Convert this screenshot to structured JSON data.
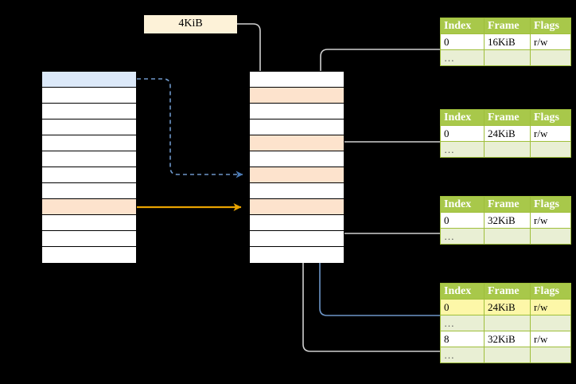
{
  "page": {
    "background": "#000000",
    "title": "Multi-level page table address translation diagram"
  },
  "palette": {
    "header_green": "#a8c84a",
    "row_alt_green": "#e9efd4",
    "highlight_yellow": "#fdf7a8",
    "peach": "#fde3cd",
    "blue_row": "#dce9f9",
    "orange_arrow": "#e8a200",
    "blue_arrow": "#6d96c8",
    "gray_line": "#cccccc",
    "label_bg": "#fdf2d8"
  },
  "size_label": {
    "text": "4KiB"
  },
  "left_table": {
    "name": "source-address-column",
    "rows": [
      {
        "fill": "blue"
      },
      {
        "fill": "white"
      },
      {
        "fill": "white"
      },
      {
        "fill": "white"
      },
      {
        "fill": "white"
      },
      {
        "fill": "white"
      },
      {
        "fill": "white"
      },
      {
        "fill": "white"
      },
      {
        "fill": "peach"
      },
      {
        "fill": "white"
      },
      {
        "fill": "white"
      },
      {
        "fill": "white"
      }
    ]
  },
  "middle_table": {
    "name": "target-address-column",
    "rows": [
      {
        "fill": "white"
      },
      {
        "fill": "peach"
      },
      {
        "fill": "white"
      },
      {
        "fill": "white"
      },
      {
        "fill": "peach"
      },
      {
        "fill": "white"
      },
      {
        "fill": "peach"
      },
      {
        "fill": "white"
      },
      {
        "fill": "peach"
      },
      {
        "fill": "white"
      },
      {
        "fill": "white"
      },
      {
        "fill": "white"
      }
    ]
  },
  "page_tables": [
    {
      "id": "page-table-1",
      "headers": [
        "Index",
        "Frame",
        "Flags"
      ],
      "rows": [
        {
          "cells": [
            "0",
            "16KiB",
            "r/w"
          ],
          "style": [
            "norm",
            "norm",
            "norm"
          ]
        },
        {
          "cells": [
            "…",
            "",
            ""
          ],
          "style": [
            "ell",
            "ell",
            "ell"
          ]
        }
      ]
    },
    {
      "id": "page-table-2",
      "headers": [
        "Index",
        "Frame",
        "Flags"
      ],
      "rows": [
        {
          "cells": [
            "0",
            "24KiB",
            "r/w"
          ],
          "style": [
            "norm",
            "norm",
            "norm"
          ]
        },
        {
          "cells": [
            "…",
            "",
            ""
          ],
          "style": [
            "ell",
            "ell",
            "ell"
          ]
        }
      ]
    },
    {
      "id": "page-table-3",
      "headers": [
        "Index",
        "Frame",
        "Flags"
      ],
      "rows": [
        {
          "cells": [
            "0",
            "32KiB",
            "r/w"
          ],
          "style": [
            "norm",
            "norm",
            "norm"
          ]
        },
        {
          "cells": [
            "…",
            "",
            ""
          ],
          "style": [
            "ell",
            "ell",
            "ell"
          ]
        }
      ]
    },
    {
      "id": "page-table-4",
      "headers": [
        "Index",
        "Frame",
        "Flags"
      ],
      "rows": [
        {
          "cells": [
            "0",
            "24KiB",
            "r/w"
          ],
          "style": [
            "hl",
            "hl",
            "hl"
          ]
        },
        {
          "cells": [
            "…",
            "",
            ""
          ],
          "style": [
            "ell",
            "ell",
            "ell"
          ]
        },
        {
          "cells": [
            "8",
            "32KiB",
            "r/w"
          ],
          "style": [
            "norm",
            "norm",
            "norm"
          ]
        },
        {
          "cells": [
            "…",
            "",
            ""
          ],
          "style": [
            "ell",
            "ell",
            "ell"
          ]
        }
      ]
    }
  ],
  "connectors": [
    {
      "name": "size-label-to-middle-row2",
      "color": "#cccccc",
      "style": "solid",
      "arrow": "down"
    },
    {
      "name": "page-table-1-to-middle-row5",
      "color": "#cccccc",
      "style": "solid",
      "arrow": "down"
    },
    {
      "name": "page-table-3-to-middle-row9",
      "color": "#cccccc",
      "style": "solid",
      "arrow": "up"
    },
    {
      "name": "page-table-4-row8-to-middle-row9",
      "color": "#cccccc",
      "style": "solid",
      "arrow": "up"
    },
    {
      "name": "page-table-4-row0-to-middle-row7",
      "color": "#6d96c8",
      "style": "solid",
      "arrow": "up"
    },
    {
      "name": "left-row1-to-middle-row7",
      "color": "#6d96c8",
      "style": "dashed",
      "arrow": "right"
    },
    {
      "name": "left-row9-to-middle-row9",
      "color": "#e8a200",
      "style": "solid",
      "arrow": "right"
    }
  ]
}
